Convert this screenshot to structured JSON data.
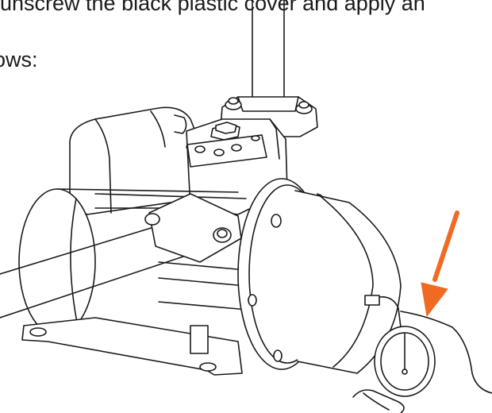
{
  "document": {
    "text_line_1": "unscrew the black plastic cover and apply an",
    "text_line_2": "ows:"
  },
  "illustration": {
    "subject": "pump-motor-with-dial-gauge",
    "line_color": "#1a1a1a",
    "arrow_color": "#f06a23"
  }
}
